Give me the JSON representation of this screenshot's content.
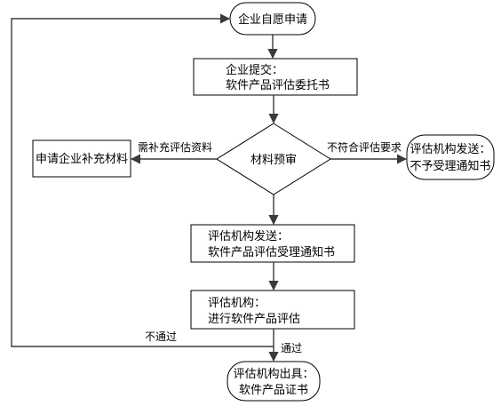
{
  "nodes": {
    "start": "企业自愿申请",
    "submit": {
      "line1": "企业提交：",
      "line2": "软件产品评估委托书"
    },
    "review": "材料预审",
    "supplement": "申请企业补充材料",
    "reject": {
      "line1": "评估机构发送：",
      "line2": "不予受理通知书"
    },
    "accept": {
      "line1": "评估机构发送：",
      "line2": "软件产品评估受理通知书"
    },
    "evaluate": {
      "line1": "评估机构：",
      "line2": "进行软件产品评估"
    },
    "certificate": {
      "line1": "评估机构出具：",
      "line2": "软件产品证书"
    }
  },
  "edges": {
    "need_more": "需补充评估资料",
    "not_compliant": "不符合评估要求",
    "failed": "不通过",
    "passed": "通过"
  }
}
